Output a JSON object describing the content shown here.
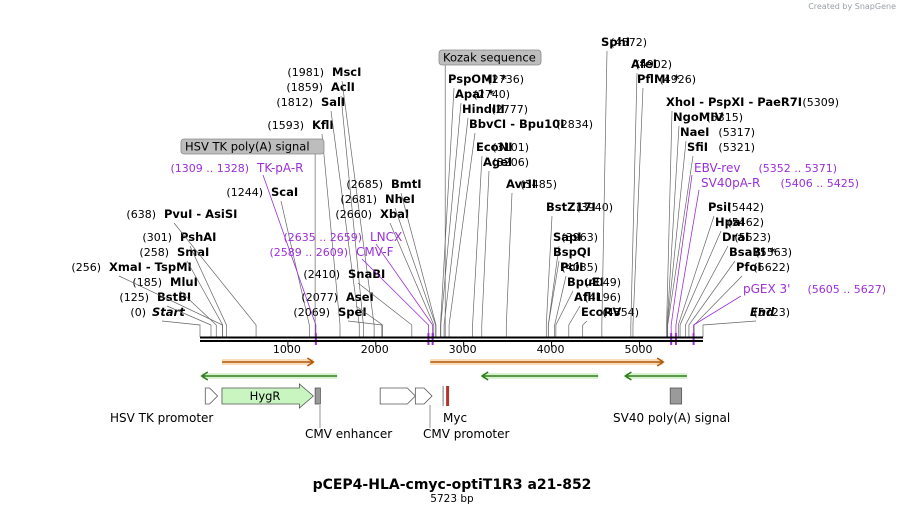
{
  "header": {
    "brand": "Created by SnapGene"
  },
  "plasmid": {
    "name": "pCEP4-HLA-cmyc-optiT1R3 a21-852",
    "size_label": "5723 bp",
    "length": 5723
  },
  "colors": {
    "primer": "#9b30d9",
    "line": "#666666",
    "hygr": "#c8f5c0",
    "orange": "#f4a020",
    "green": "#2f7d1d",
    "box": "#9a9a9a",
    "backbone": "#000000"
  },
  "scale": {
    "ticks": [
      "1000",
      "2000",
      "3000",
      "4000",
      "5000"
    ],
    "tick_values": [
      1000,
      2000,
      3000,
      4000,
      5000
    ]
  },
  "sites": [
    {
      "name": "Start",
      "pos": 0,
      "pos_label": "(0)",
      "italic": true
    },
    {
      "name": "BstBI",
      "pos": 125,
      "pos_label": "(125)"
    },
    {
      "name": "MluI",
      "pos": 185,
      "pos_label": "(185)"
    },
    {
      "name": "XmaI - TspMI",
      "pos": 256,
      "pos_label": "(256)"
    },
    {
      "name": "SmaI",
      "pos": 258,
      "pos_label": "(258)"
    },
    {
      "name": "PshAI",
      "pos": 301,
      "pos_label": "(301)"
    },
    {
      "name": "PvuI - AsiSI",
      "pos": 638,
      "pos_label": "(638)"
    },
    {
      "name": "ScaI",
      "pos": 1244,
      "pos_label": "(1244)"
    },
    {
      "name": "KflI",
      "pos": 1593,
      "pos_label": "(1593)"
    },
    {
      "name": "SalI",
      "pos": 1812,
      "pos_label": "(1812)"
    },
    {
      "name": "AclI",
      "pos": 1859,
      "pos_label": "(1859)"
    },
    {
      "name": "MscI",
      "pos": 1981,
      "pos_label": "(1981)"
    },
    {
      "name": "SpeI",
      "pos": 2069,
      "pos_label": "(2069)"
    },
    {
      "name": "AseI",
      "pos": 2077,
      "pos_label": "(2077)"
    },
    {
      "name": "SnaBI",
      "pos": 2410,
      "pos_label": "(2410)"
    },
    {
      "name": "XbaI",
      "pos": 2660,
      "pos_label": "(2660)"
    },
    {
      "name": "NheI",
      "pos": 2681,
      "pos_label": "(2681)"
    },
    {
      "name": "BmtI",
      "pos": 2685,
      "pos_label": "(2685)"
    },
    {
      "name": "PspOMI *",
      "pos": 2736,
      "pos_label": "(2736)"
    },
    {
      "name": "ApaI *",
      "pos": 2740,
      "pos_label": "(2740)"
    },
    {
      "name": "HindIII",
      "pos": 2777,
      "pos_label": "(2777)"
    },
    {
      "name": "BbvCI - Bpu10I",
      "pos": 2834,
      "pos_label": "(2834)"
    },
    {
      "name": "EcoNI",
      "pos": 3101,
      "pos_label": "(3101)"
    },
    {
      "name": "AgeI",
      "pos": 3206,
      "pos_label": "(3206)"
    },
    {
      "name": "AvrII",
      "pos": 3485,
      "pos_label": "(3485)"
    },
    {
      "name": "BstZ17I",
      "pos": 3940,
      "pos_label": "(3940)"
    },
    {
      "name": "SapI",
      "pos": 3963,
      "pos_label": "(3963)"
    },
    {
      "name": "BspQI",
      "pos": 3963,
      "pos_label": ""
    },
    {
      "name": "PciI",
      "pos": 4035,
      "pos_label": "(4035)"
    },
    {
      "name": "BpuEI",
      "pos": 4049,
      "pos_label": "(4049)"
    },
    {
      "name": "AflII",
      "pos": 4196,
      "pos_label": "(4196)"
    },
    {
      "name": "EcoRV",
      "pos": 4354,
      "pos_label": "(4354)"
    },
    {
      "name": "SphI",
      "pos": 4572,
      "pos_label": "(4572)"
    },
    {
      "name": "AfeI",
      "pos": 4902,
      "pos_label": "(4902)"
    },
    {
      "name": "PflMI *",
      "pos": 4926,
      "pos_label": "(4926)"
    },
    {
      "name": "XhoI - PspXI - PaeR7I",
      "pos": 5309,
      "pos_label": "(5309)"
    },
    {
      "name": "NgoMIV",
      "pos": 5315,
      "pos_label": "(5315)"
    },
    {
      "name": "NaeI",
      "pos": 5317,
      "pos_label": "(5317)"
    },
    {
      "name": "SfiI",
      "pos": 5321,
      "pos_label": "(5321)"
    },
    {
      "name": "PsiI",
      "pos": 5442,
      "pos_label": "(5442)"
    },
    {
      "name": "HpaI",
      "pos": 5462,
      "pos_label": "(5462)"
    },
    {
      "name": "DraI",
      "pos": 5523,
      "pos_label": "(5523)"
    },
    {
      "name": "BsaBI *",
      "pos": 5563,
      "pos_label": "(5563)"
    },
    {
      "name": "PfoI",
      "pos": 5622,
      "pos_label": "(5622)"
    },
    {
      "name": "End",
      "pos": 5723,
      "pos_label": "(5723)",
      "italic": true
    }
  ],
  "primers": [
    {
      "name": "TK-pA-R",
      "range": "(1309 .. 1328)",
      "pos": 1318
    },
    {
      "name": "LNCX",
      "range": "(2635 .. 2659)",
      "pos": 2647
    },
    {
      "name": "CMV-F",
      "range": "(2589 .. 2609)",
      "pos": 2599
    },
    {
      "name": "EBV-rev",
      "range": "(5352 .. 5371)",
      "pos": 5361
    },
    {
      "name": "SV40pA-R",
      "range": "(5406 .. 5425)",
      "pos": 5415
    },
    {
      "name": "pGEX 3'",
      "range": "(5605 .. 5627)",
      "pos": 5616
    }
  ],
  "feature_tags": [
    {
      "name": "HSV TK poly(A) signal",
      "pos": 1310
    },
    {
      "name": "Kozak sequence",
      "pos": 2790
    }
  ],
  "orfs_forward": [
    {
      "start": 250,
      "end": 1290
    },
    {
      "start": 2620,
      "end": 5270
    }
  ],
  "orfs_reverse": [
    {
      "start": 20,
      "end": 1560
    },
    {
      "start": 3210,
      "end": 4530
    },
    {
      "start": 4840,
      "end": 5540
    }
  ],
  "features": [
    {
      "name": "HSV TK promoter",
      "start": 60,
      "end": 200,
      "kind": "arrow-open"
    },
    {
      "name": "HygR",
      "start": 250,
      "end": 1290,
      "kind": "arrow-green"
    },
    {
      "name": "",
      "start": 1310,
      "end": 1370,
      "kind": "box"
    },
    {
      "name": "CMV enhancer",
      "start": 2050,
      "end": 2450,
      "kind": "arrow-open"
    },
    {
      "name": "CMV promoter",
      "start": 2450,
      "end": 2640,
      "kind": "arrow-open"
    },
    {
      "name": "Myc",
      "start": 2800,
      "end": 2830,
      "kind": "mark"
    },
    {
      "name": "SV40 poly(A) signal",
      "start": 5350,
      "end": 5480,
      "kind": "box"
    }
  ],
  "bottom_labels": [
    {
      "name": "HSV TK promoter"
    },
    {
      "name": "CMV enhancer"
    },
    {
      "name": "Myc"
    },
    {
      "name": "CMV promoter"
    },
    {
      "name": "SV40 poly(A) signal"
    }
  ]
}
